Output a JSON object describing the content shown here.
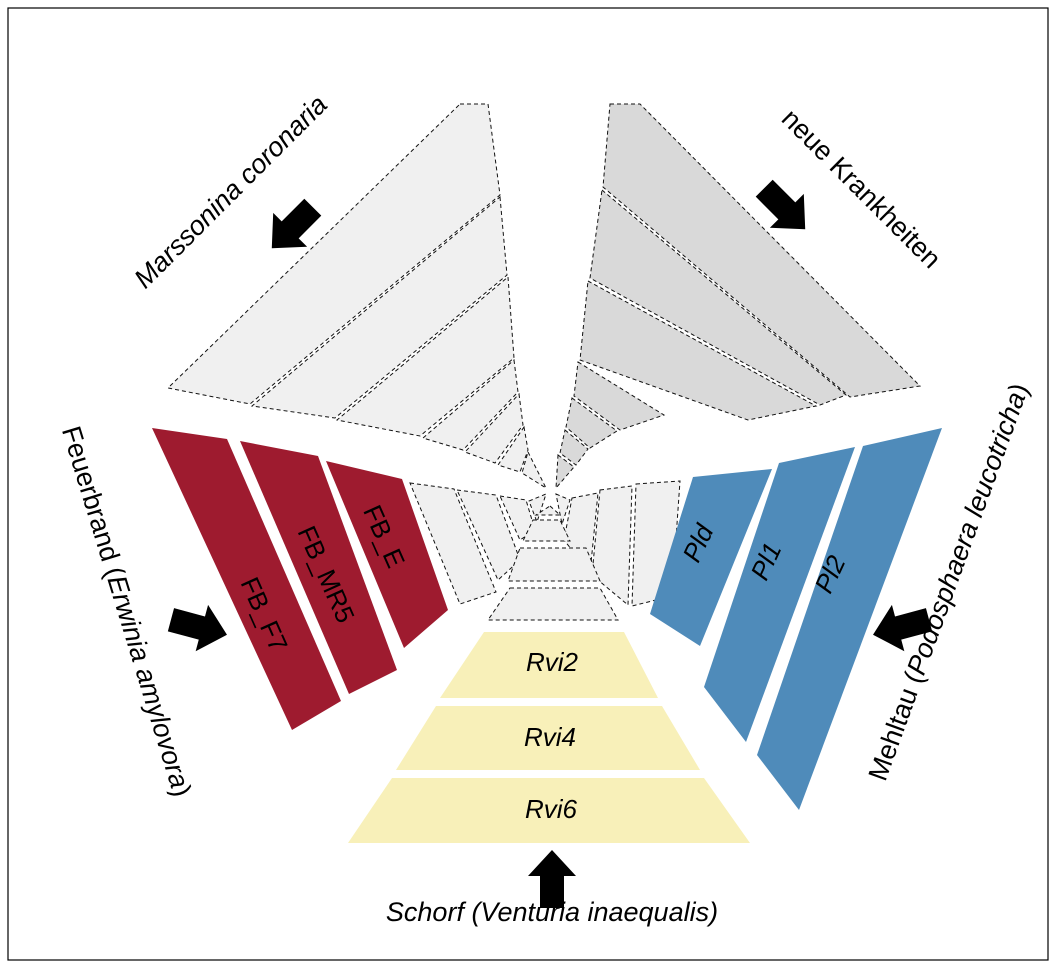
{
  "colors": {
    "border": "#000000",
    "empty_fill": "#f0f0f0",
    "empty_fill_dark": "#d9d9d9",
    "feuerbrand": "#9e1b2f",
    "schorf": "#f8f0b9",
    "mehltau": "#4f8bba"
  },
  "diagram": {
    "segments": {
      "feuerbrand": [
        "FB_F7",
        "FB_MR5",
        "FB_E"
      ],
      "schorf": [
        "Rvi2",
        "Rvi4",
        "Rvi6"
      ],
      "mehltau": [
        "Pld",
        "Pl1",
        "Pl2"
      ]
    },
    "diseases": {
      "marssonina": {
        "text": "Marssonina coronaria",
        "icon": "arrow-down-right-icon"
      },
      "neue": {
        "text": "neue Krankheiten",
        "icon": "arrow-down-left-icon"
      },
      "feuerbrand": {
        "pre": "Feuerbrand (",
        "it": "Erwinia amylovora",
        "post": ")",
        "icon": "arrow-right-icon"
      },
      "schorf": {
        "pre": "",
        "it": "Schorf (Venturia inaequalis)",
        "post": "",
        "icon": "arrow-up-icon"
      },
      "mehltau": {
        "pre": "Mehltau (",
        "it": "Podosphaera leucotricha",
        "post": ")",
        "icon": "arrow-left-icon"
      }
    }
  }
}
